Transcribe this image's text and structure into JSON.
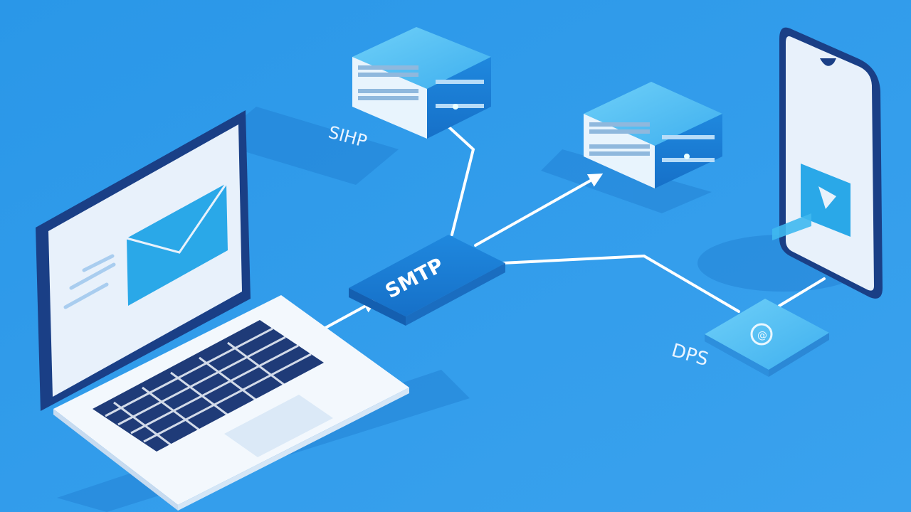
{
  "diagram": {
    "background_color": "#2f9be9",
    "nodes": {
      "laptop": {
        "icon": "laptop-with-email-icon",
        "label": ""
      },
      "server_top": {
        "icon": "server-rack-icon",
        "label": "SIHP"
      },
      "server_mid": {
        "icon": "server-rack-icon",
        "label": ""
      },
      "smtp_hub": {
        "icon": "smtp-tile",
        "label": "SMTP"
      },
      "dps_tile": {
        "icon": "at-sign-icon",
        "label": "DPS",
        "glyph": "@"
      },
      "phone": {
        "icon": "smartphone-with-message-icon",
        "label": ""
      }
    },
    "accent_colors": {
      "tile": "#1f86dc",
      "tile_light": "#5cc8f5",
      "screen": "#e8f1fb",
      "envelope": "#2aa8e8",
      "device_frame": "#1a3f86"
    }
  }
}
